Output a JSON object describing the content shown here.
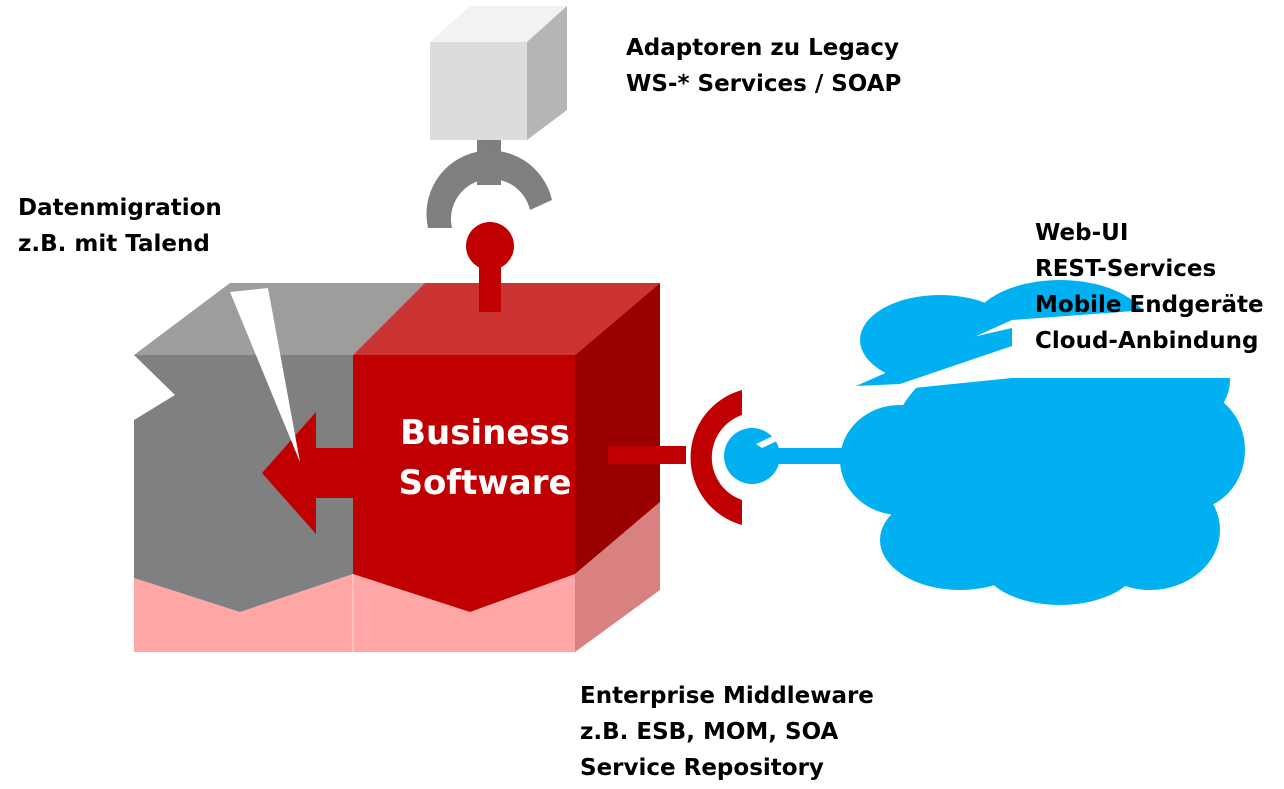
{
  "colors": {
    "red_front": "#c00000",
    "red_top": "#cc3333",
    "red_side": "#9a0000",
    "gray_dark": "#808080",
    "gray_top": "#9d9d9d",
    "pink": "#ffa6a6",
    "pink_side": "#d98080",
    "legacy_box": "#dcdcdc",
    "cloud_blue": "#00b0f0",
    "socket_gray": "#7f7f7f"
  },
  "center": {
    "line1": "Business",
    "line2": "Software"
  },
  "legacy": {
    "line1": "Adaptoren zu Legacy",
    "line2": "WS-* Services / SOAP"
  },
  "migration": {
    "line1": "Datenmigration",
    "line2": "z.B. mit Talend"
  },
  "cloud": {
    "line1": "Web-UI",
    "line2": "REST-Services",
    "line3": "Mobile Endgeräte",
    "line4": "Cloud-Anbindung"
  },
  "middleware": {
    "line1": "Enterprise Middleware",
    "line2": "z.B. ESB, MOM, SOA",
    "line3": "Service Repository"
  }
}
